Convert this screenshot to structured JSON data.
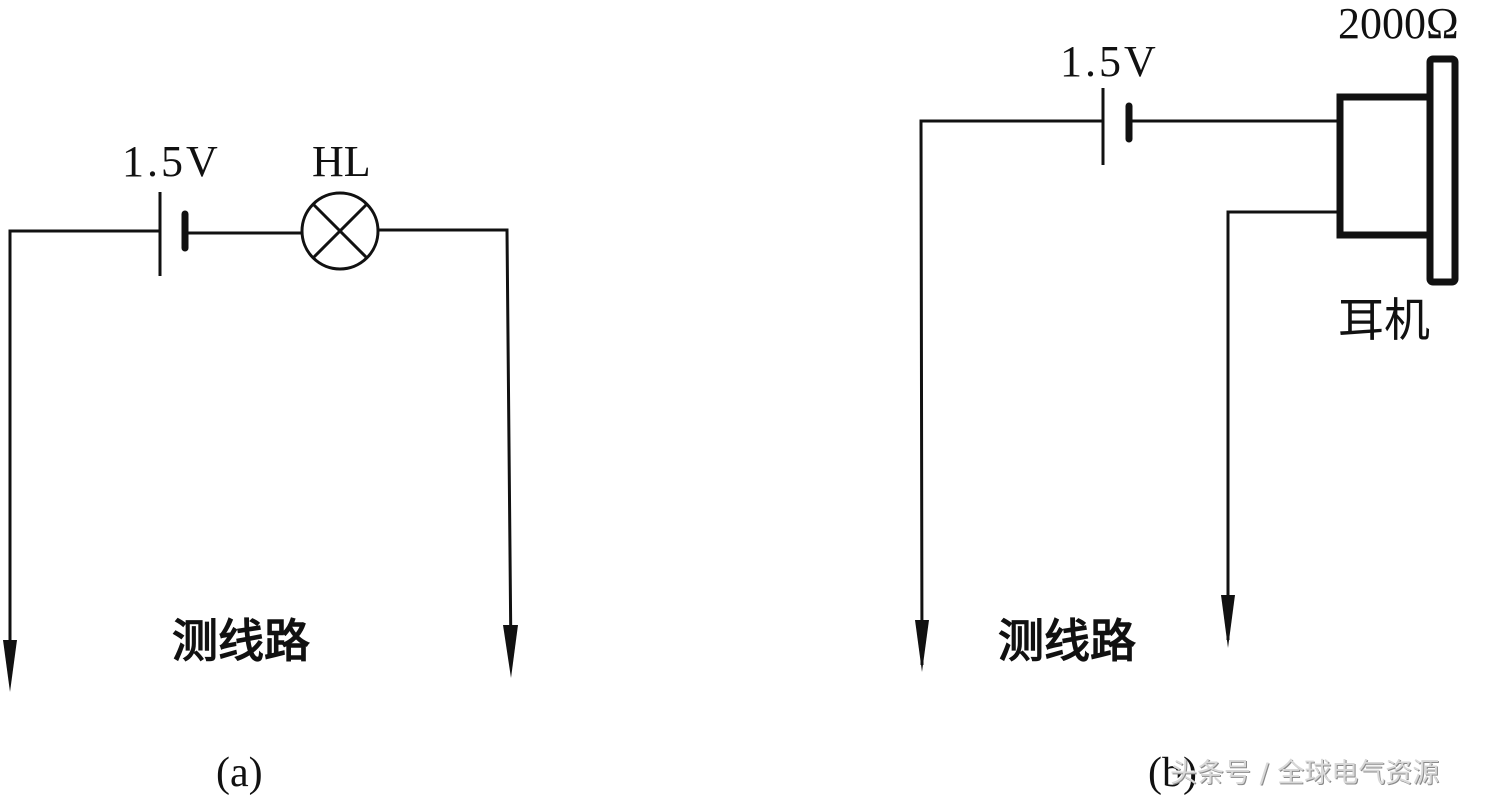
{
  "diagram_a": {
    "battery_label": "1.5V",
    "lamp_label": "HL",
    "test_label": "测线路",
    "caption": "(a)"
  },
  "diagram_b": {
    "battery_label": "1.5V",
    "earphone_resistance": "2000Ω",
    "earphone_label": "耳机",
    "test_label": "测线路",
    "caption": "(b)"
  },
  "watermark": "头条号 / 全球电气资源",
  "colors": {
    "line": "#111111",
    "background": "#ffffff",
    "watermark": "#d8d8d8"
  }
}
